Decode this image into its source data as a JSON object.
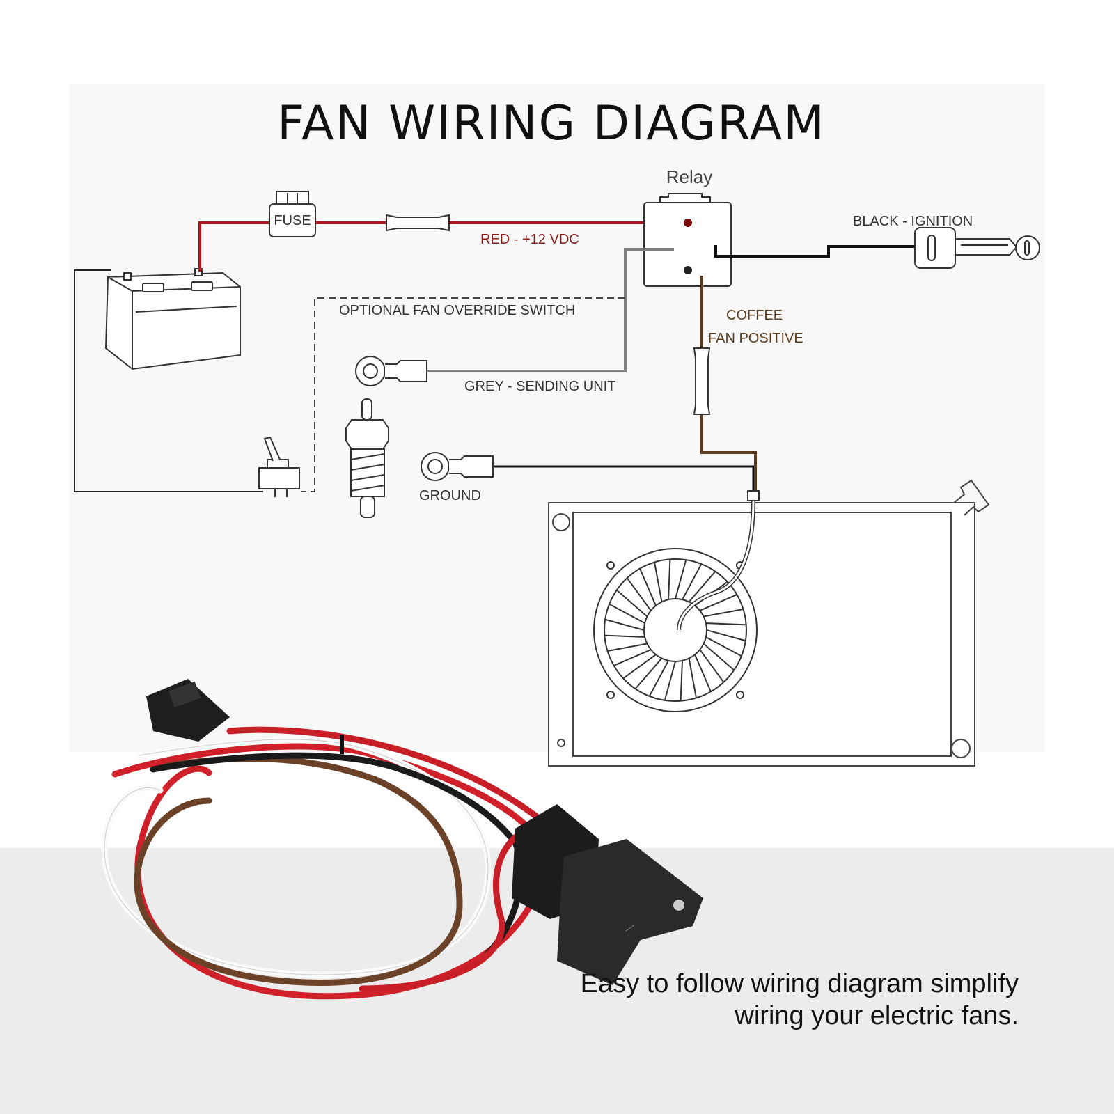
{
  "title": "FAN WIRING DIAGRAM",
  "labels": {
    "relay": "Relay",
    "fuse": "FUSE",
    "red_wire": "RED - +12 VDC",
    "black_wire": "BLACK - IGNITION",
    "override": "OPTIONAL FAN OVERRIDE SWITCH",
    "coffee": "COFFEE",
    "fan_positive": "FAN POSITIVE",
    "grey_wire": "GREY - SENDING UNIT",
    "ground": "GROUND"
  },
  "caption": {
    "line1": "Easy to follow wiring diagram simplify",
    "line2": "wiring your electric fans."
  },
  "colors": {
    "red_wire": "#b0141c",
    "red_text": "#8b1a1a",
    "brown_wire": "#5a3b1e",
    "grey_wire": "#808080",
    "black_wire": "#111111",
    "bottom_band": "#ececec"
  }
}
